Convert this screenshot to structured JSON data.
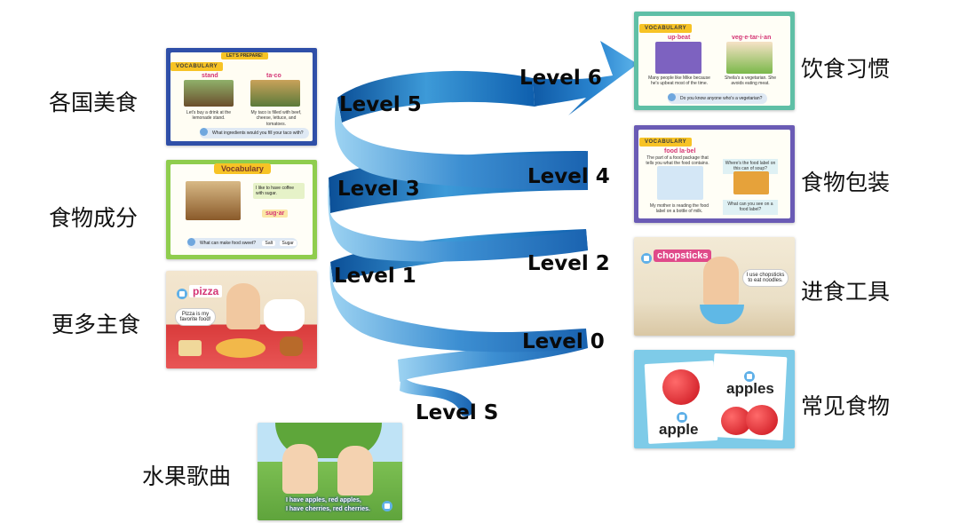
{
  "levels": [
    "Level S",
    "Level 0",
    "Level 1",
    "Level 2",
    "Level 3",
    "Level 4",
    "Level 5",
    "Level 6"
  ],
  "topics_left": [
    "各国美食",
    "食物成分",
    "更多主食",
    "水果歌曲"
  ],
  "topics_right": [
    "饮食习惯",
    "食物包装",
    "进食工具",
    "常见食物"
  ],
  "thumbs": {
    "world_food": {
      "header": "LET'S PREPARE!",
      "tag": "VOCABULARY",
      "word1": "stand",
      "word2": "ta·co",
      "caption1": "Let's buy a drink at the lemonade stand.",
      "caption2": "My taco is filled with beef, cheese, lettuce, and tomatoes.",
      "question": "What ingredients would you fill your taco with?"
    },
    "ingredients": {
      "tag": "Vocabulary",
      "sentence": "I like to have coffee with sugar.",
      "word": "sug·ar",
      "question": "What can make food sweet?",
      "opt1": "Salt",
      "opt2": "Sugar"
    },
    "staple": {
      "word": "pizza",
      "bubble": "Pizza is my favorite food!"
    },
    "song": {
      "lyric1": "I have apples, red apples,",
      "lyric2": "I have cherries, red cherries."
    },
    "habits": {
      "tag": "VOCABULARY",
      "word1": "up·beat",
      "word2": "veg·e·tar·i·an",
      "caption1": "Many people like Mike because he's upbeat most of the time.",
      "caption2": "Sheila's a vegetarian. She avoids eating meat.",
      "question": "Do you know anyone who's a vegetarian?"
    },
    "packaging": {
      "tag": "VOCABULARY",
      "word": "food la·bel",
      "definition": "The part of a food package that tells you what the food contains.",
      "sentence": "My mother is reading the food label on a bottle of milk.",
      "q1": "Where's the food label on this can of soup?",
      "q2": "What can you see on a food label?"
    },
    "tools": {
      "word": "chopsticks",
      "bubble": "I use chopsticks to eat noodles."
    },
    "common": {
      "word1": "apples",
      "word2": "apple"
    }
  },
  "colors": {
    "spiral_dark": "#0d5aa8",
    "spiral_light": "#7ec6ee",
    "vocab_yellow": "#f7c325",
    "accent_pink": "#d43574"
  }
}
